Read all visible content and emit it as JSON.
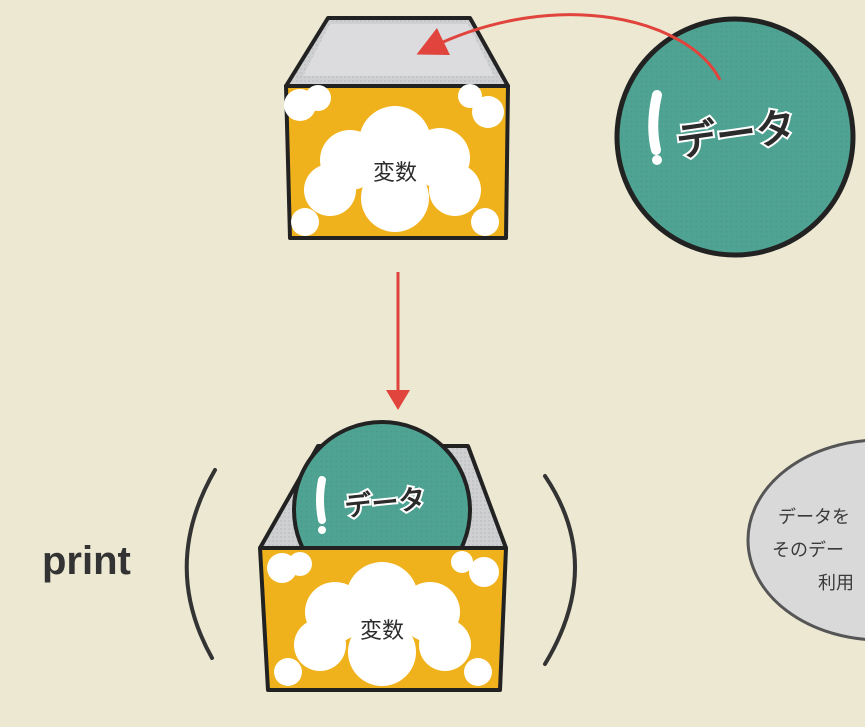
{
  "top_box": {
    "label": "変数"
  },
  "data_ball": {
    "label": "データ"
  },
  "bottom_box": {
    "label": "変数",
    "ball_label": "データ"
  },
  "function": {
    "label": "print"
  },
  "speech_bubble": {
    "lines": [
      "データを",
      "そのデー",
      "利用"
    ]
  },
  "colors": {
    "box_yellow": "#f0b21c",
    "ball_teal": "#4fa393",
    "arrow_red": "#e0443c",
    "background": "#ece8d2"
  }
}
